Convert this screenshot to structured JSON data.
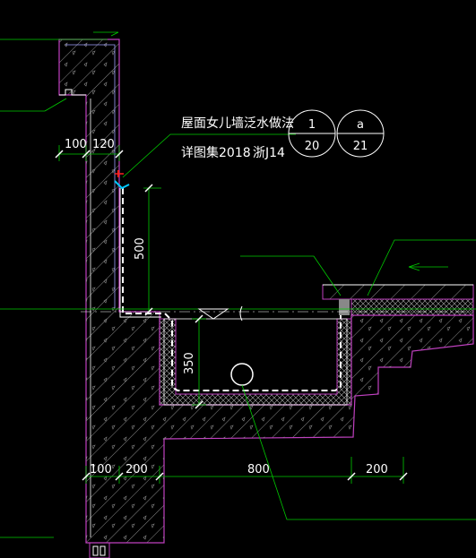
{
  "title_line1": "屋面女儿墙泛水做法",
  "title_line2": "详图集2018",
  "title_ref": "浙J14",
  "callouts": [
    {
      "top": "1",
      "bottom": "20"
    },
    {
      "top": "a",
      "bottom": "21"
    }
  ],
  "dimensions": {
    "wall_left": "100",
    "wall_right": "120",
    "upstand": "500",
    "gutter_depth": "350",
    "base_left": "100",
    "base_mid": "200",
    "gutter_width": "800",
    "right_seg": "200"
  },
  "colors": {
    "background": "#000000",
    "wall_outline": "#c040c0",
    "leader": "#00cc00",
    "dimension": "#00cc00",
    "membrane": "#ffffff",
    "hatch": "#9a9a9a",
    "accent_red": "#ff2020",
    "accent_cyan": "#00c8ff"
  }
}
